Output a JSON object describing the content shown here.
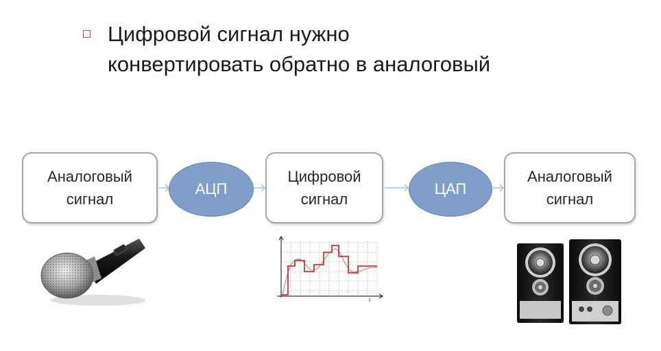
{
  "heading": {
    "line1": "Цифровой сигнал нужно",
    "line2": "конвертировать обратно в аналоговый"
  },
  "flow": {
    "box_analog_in": {
      "line1": "Аналоговый",
      "line2": "сигнал"
    },
    "adc_label": "АЦП",
    "box_digital": {
      "line1": "Цифровой",
      "line2": "сигнал"
    },
    "dac_label": "ЦАП",
    "box_analog_out": {
      "line1": "Аналоговый",
      "line2": "сигнал"
    }
  },
  "graph": {
    "t_label": "t"
  },
  "colors": {
    "bullet": "#c0504d",
    "ellipse_fill": "#7f9fc8",
    "box_border": "#a6a6a6",
    "step_signal": "#e03030"
  },
  "icons": [
    "microphone-icon",
    "speakers-icon",
    "signal-graph-icon"
  ]
}
